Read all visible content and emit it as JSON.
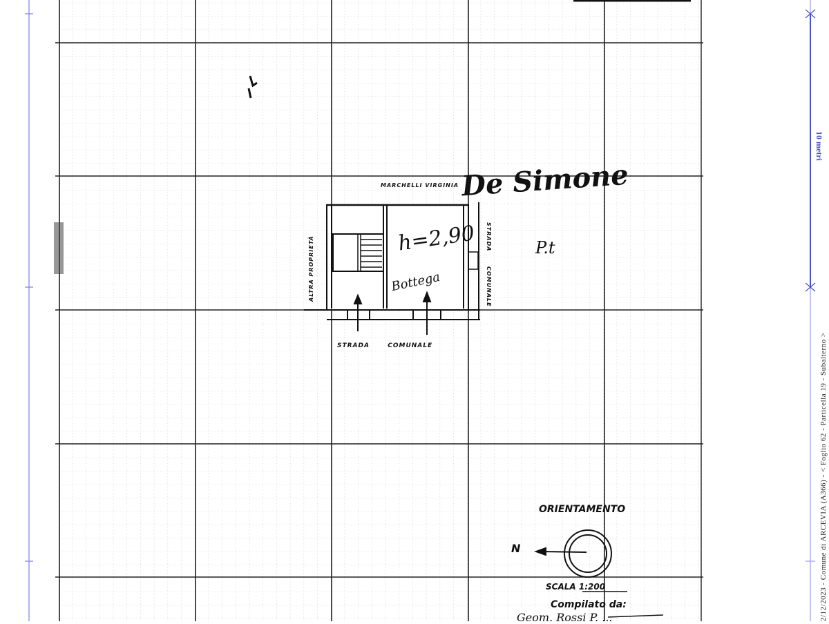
{
  "document": {
    "type": "catasto-floor-plan",
    "ruler": {
      "label": "10 metri",
      "color": "#4a4fc4"
    },
    "side_info": "2/12/2023 - Comune di ARCEVIA (A366) - < Foglio 62 - Particella 19 - Subalterno >",
    "plan": {
      "neighbor_top": "MARCHELLI VIRGINIA",
      "left_label": "ALTRA PROPRIETÀ",
      "right_label_1": "STRADA",
      "right_label_2": "COMUNALE",
      "bottom_label_1": "STRADA",
      "bottom_label_2": "COMUNALE",
      "height_note": "h=2,90",
      "room_note": "Bottega",
      "floor_note": "P.t",
      "signature": "De Simone"
    },
    "legend": {
      "orientation_title": "ORIENTAMENTO",
      "north_letter": "N",
      "scale_label": "SCALA 1:200",
      "compiled_by": "Compilato da:",
      "compiler_name": "Geom. Rossi P. ..."
    }
  }
}
